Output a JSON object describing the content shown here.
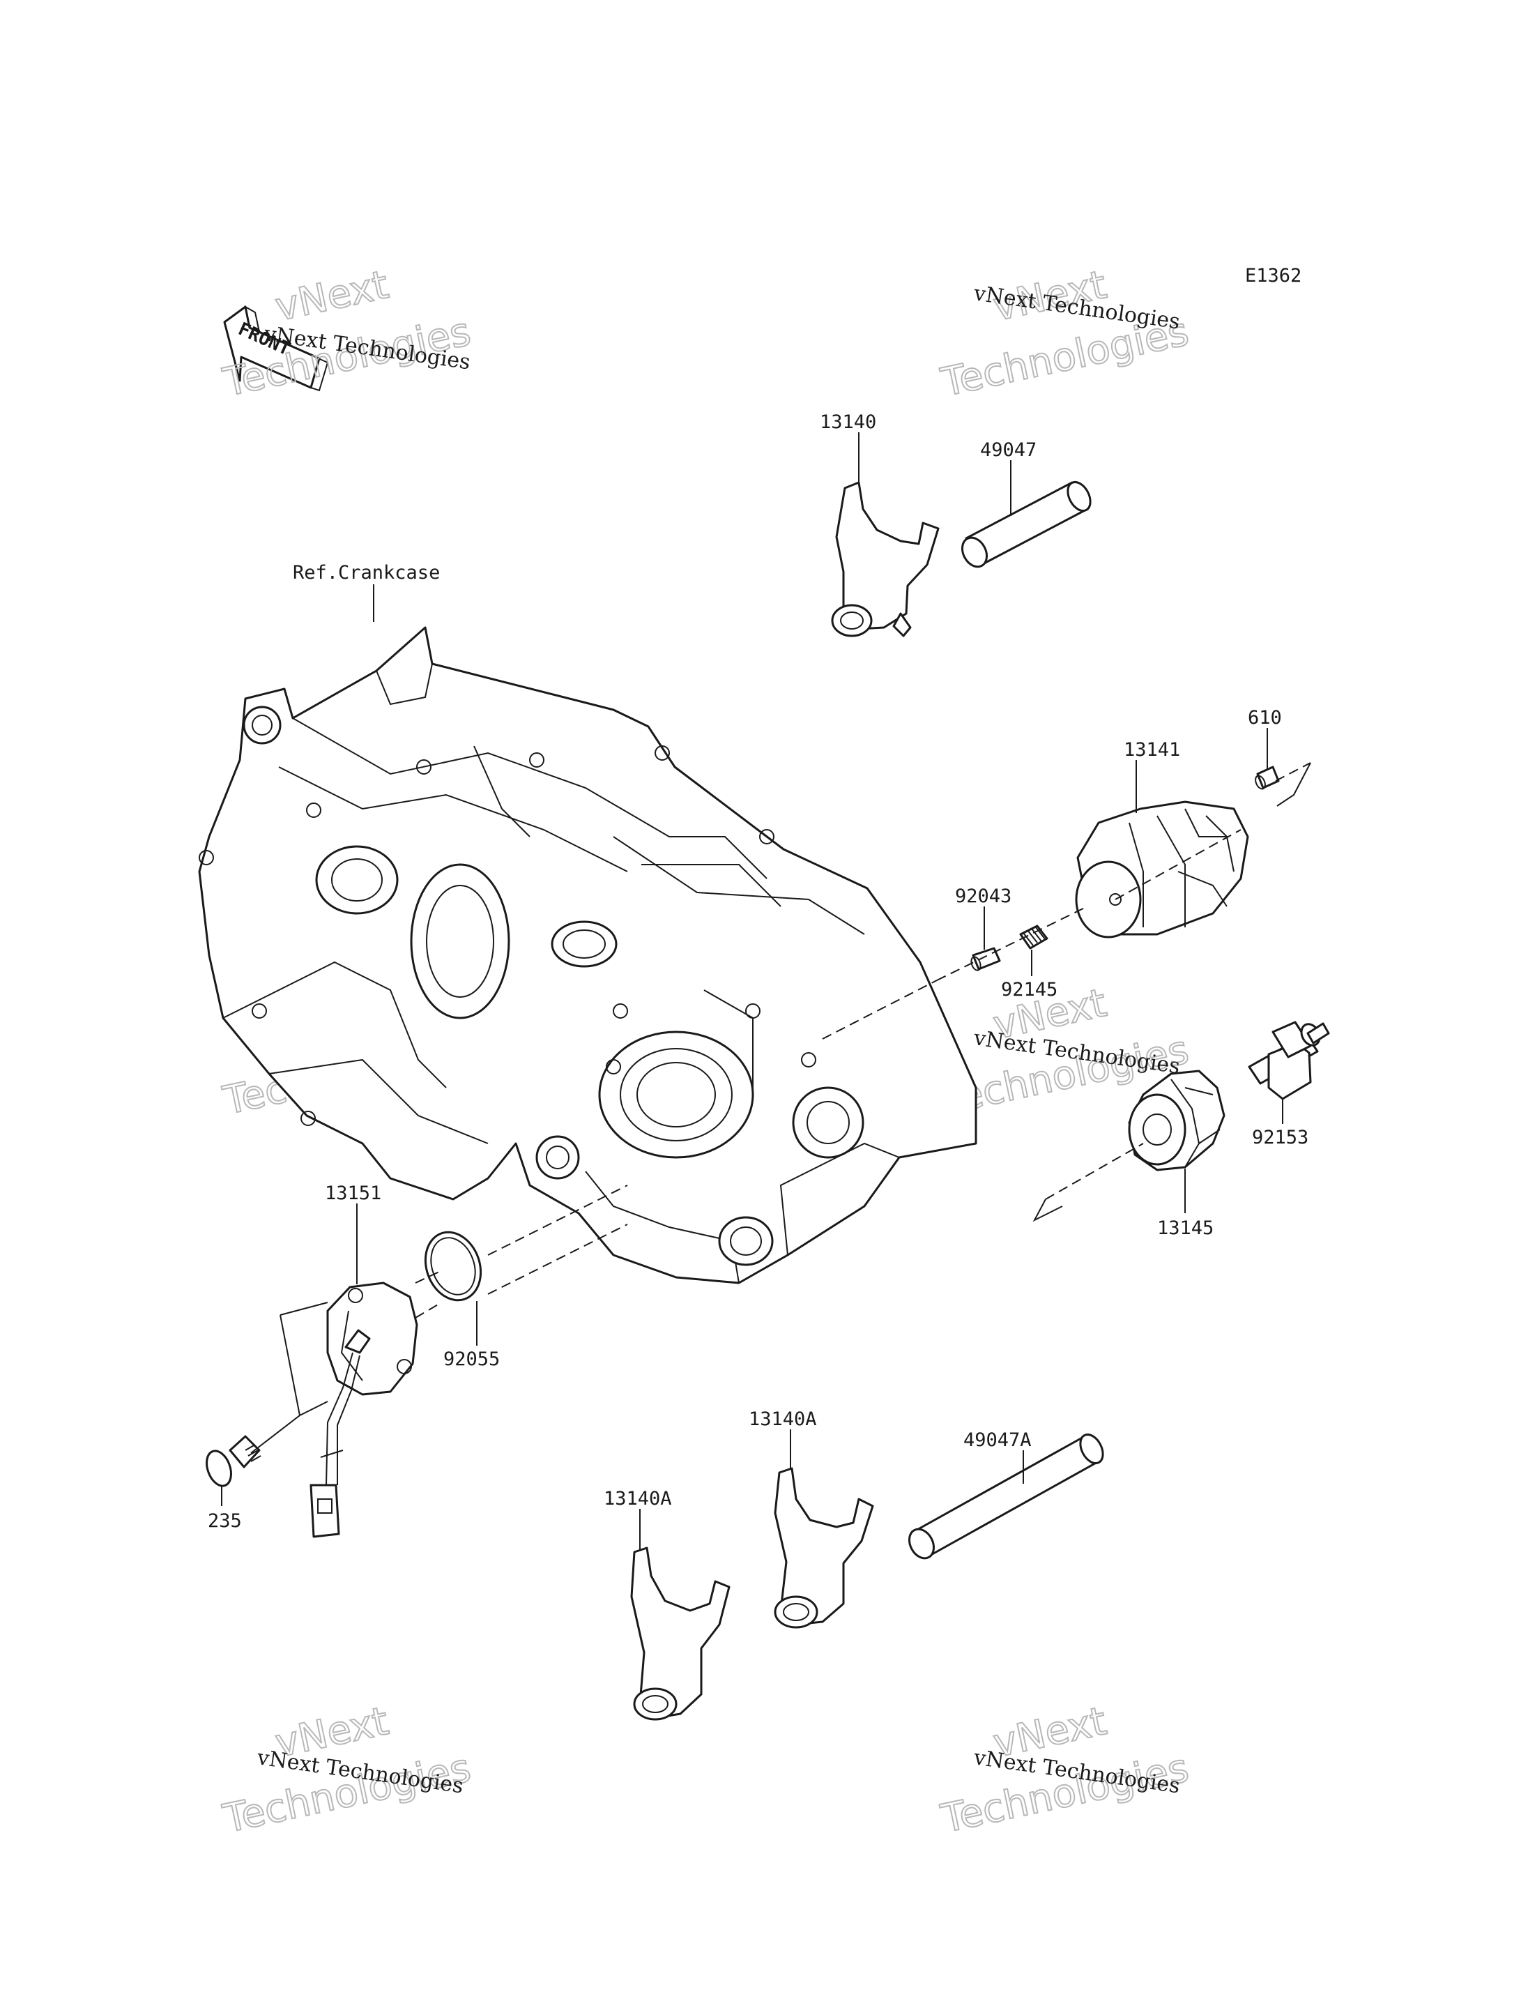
{
  "diagram_code": "E1362",
  "front_label": "FRONT",
  "ref_label": "Ref.Crankcase",
  "watermark_small": "vNext Technologies",
  "watermark_big_line1": "vNext",
  "watermark_big_line2": "Technologies",
  "parts": {
    "p13140": "13140",
    "p49047": "49047",
    "p610": "610",
    "p13141": "13141",
    "p92043": "92043",
    "p92145": "92145",
    "p92153": "92153",
    "p13145": "13145",
    "p13151": "13151",
    "p92055": "92055",
    "p235": "235",
    "p13140A_top": "13140A",
    "p49047A": "49047A",
    "p13140A_left": "13140A"
  }
}
